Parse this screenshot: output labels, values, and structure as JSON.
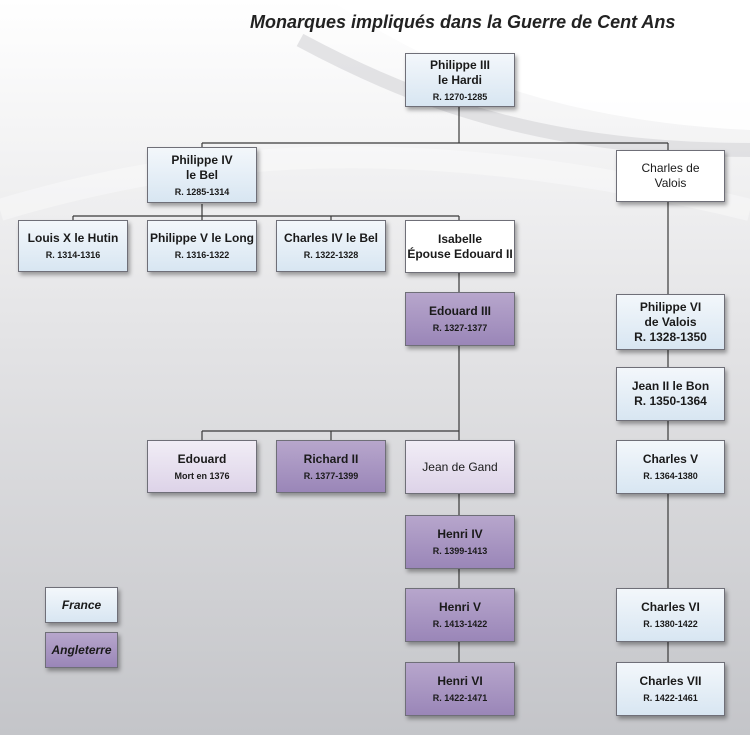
{
  "title": "Monarques impliqués dans la Guerre de Cent Ans",
  "nodes": {
    "philippe3": {
      "l1": "Philippe III",
      "l2": "le Hardi",
      "reign": "R. 1270-1285"
    },
    "philippe4": {
      "l1": "Philippe IV",
      "l2": "le Bel",
      "reign": "R. 1285-1314"
    },
    "charles_valois": {
      "l1": "Charles de",
      "l2": "Valois"
    },
    "louis10": {
      "l1": "Louis X le Hutin",
      "reign": "R. 1314-1316"
    },
    "philippe5": {
      "l1": "Philippe V le Long",
      "reign": "R. 1316-1322"
    },
    "charles4": {
      "l1": "Charles IV le Bel",
      "reign": "R. 1322-1328"
    },
    "isabelle": {
      "l1": "Isabelle",
      "l2": "Épouse Edouard II"
    },
    "edouard3": {
      "l1": "Edouard III",
      "reign": "R. 1327-1377"
    },
    "philippe6": {
      "l1": "Philippe VI",
      "l2": "de Valois",
      "reign": "R. 1328-1350"
    },
    "jean2": {
      "l1": "Jean II le Bon",
      "reign": "R. 1350-1364"
    },
    "edouard": {
      "l1": "Edouard",
      "reign": "Mort en 1376"
    },
    "richard2": {
      "l1": "Richard II",
      "reign": "R. 1377-1399"
    },
    "jean_gand": {
      "l1": "Jean de Gand"
    },
    "charles5": {
      "l1": "Charles V",
      "reign": "R. 1364-1380"
    },
    "henri4": {
      "l1": "Henri IV",
      "reign": "R. 1399-1413"
    },
    "henri5": {
      "l1": "Henri V",
      "reign": "R. 1413-1422"
    },
    "charles6": {
      "l1": "Charles VI",
      "reign": "R. 1380-1422"
    },
    "henri6": {
      "l1": "Henri VI",
      "reign": "R. 1422-1471"
    },
    "charles7": {
      "l1": "Charles VII",
      "reign": "R. 1422-1461"
    }
  },
  "legend": {
    "france": "France",
    "angleterre": "Angleterre"
  },
  "colors": {
    "france": "#dbe7f2",
    "angleterre": "#9f8cbc",
    "angleterre_light": "#e3daec",
    "neutral": "#ffffff"
  }
}
